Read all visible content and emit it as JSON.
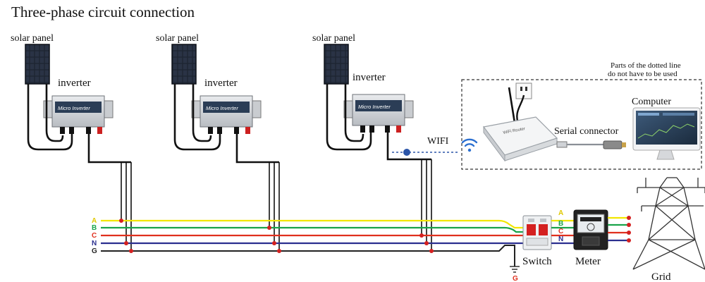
{
  "title": "Three-phase circuit connection",
  "units": [
    {
      "panel_label": "solar panel",
      "inverter_label": "inverter",
      "device_text": "Micro Inverter"
    },
    {
      "panel_label": "solar panel",
      "inverter_label": "inverter",
      "device_text": "Micro Inverter"
    },
    {
      "panel_label": "solar panel",
      "inverter_label": "inverter",
      "device_text": "Micro Inverter"
    }
  ],
  "wifi_label": "WIFI",
  "dotted_note": [
    "Parts of the dotted line",
    "do not have to be used"
  ],
  "computer_label": "Computer",
  "serial_label": "Serial connector",
  "router_text": "WiFi Router",
  "lines_left": [
    {
      "label": "A",
      "color": "#f2e600"
    },
    {
      "label": "B",
      "color": "#1aa34a"
    },
    {
      "label": "C",
      "color": "#e0301e"
    },
    {
      "label": "N",
      "color": "#2b2f8f"
    },
    {
      "label": "G",
      "color": "#222222"
    }
  ],
  "lines_right": [
    "A",
    "B",
    "C",
    "N"
  ],
  "ground_label": "G",
  "switch_label": "Switch",
  "meter_label": "Meter",
  "grid_label": "Grid"
}
